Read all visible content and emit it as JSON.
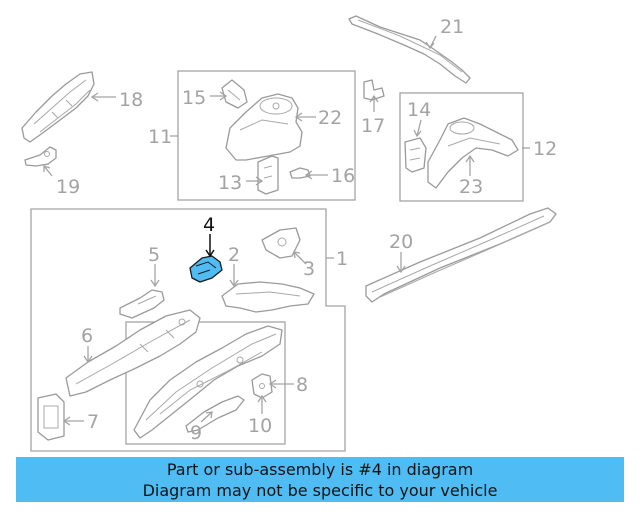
{
  "callouts": {
    "n1": "1",
    "n2": "2",
    "n3": "3",
    "n4": "4",
    "n5": "5",
    "n6": "6",
    "n7": "7",
    "n8": "8",
    "n9": "9",
    "n10": "10",
    "n11": "11",
    "n12": "12",
    "n13": "13",
    "n14": "14",
    "n15": "15",
    "n16": "16",
    "n17": "17",
    "n18": "18",
    "n19": "19",
    "n20": "20",
    "n21": "21",
    "n22": "22",
    "n23": "23"
  },
  "highlight": {
    "part": "4",
    "color": "#4fbcf4"
  },
  "banner": {
    "line1": "Part or sub-assembly is #4 in diagram",
    "line2": "Diagram may not be specific to your vehicle",
    "color": "#4fbcf4"
  }
}
